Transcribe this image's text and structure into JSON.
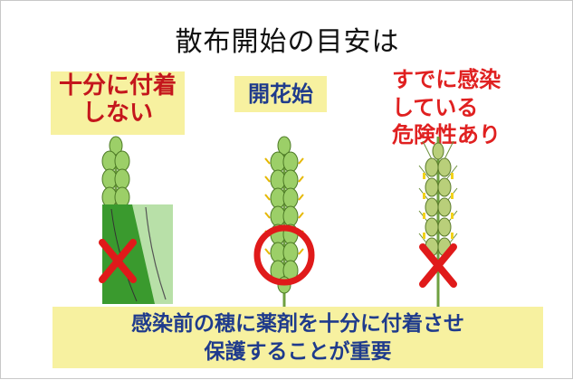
{
  "title": "散布開始の目安は",
  "stages": [
    {
      "label_lines": [
        "十分に付着",
        "しない"
      ],
      "marker": "cross-mark"
    },
    {
      "label_lines": [
        "開花始"
      ],
      "marker": "circle-mark"
    },
    {
      "label_lines": [
        "すでに感染",
        "している",
        "危険性あり"
      ],
      "marker": "cross-mark"
    }
  ],
  "footer": {
    "lines": [
      "感染前の穂に薬剤を十分に付着させ",
      "保護することが重要"
    ]
  },
  "colors": {
    "label_bg": "#f7f1a0",
    "red_text": "#c4161c",
    "alert_text": "#e02020",
    "blue_text": "#1f3b8c",
    "marker_red": "#e01a1a",
    "spikelet_green": "#8fc35a",
    "leaf_green": "#2f8a2a",
    "anther_yellow": "#f2d21b"
  }
}
